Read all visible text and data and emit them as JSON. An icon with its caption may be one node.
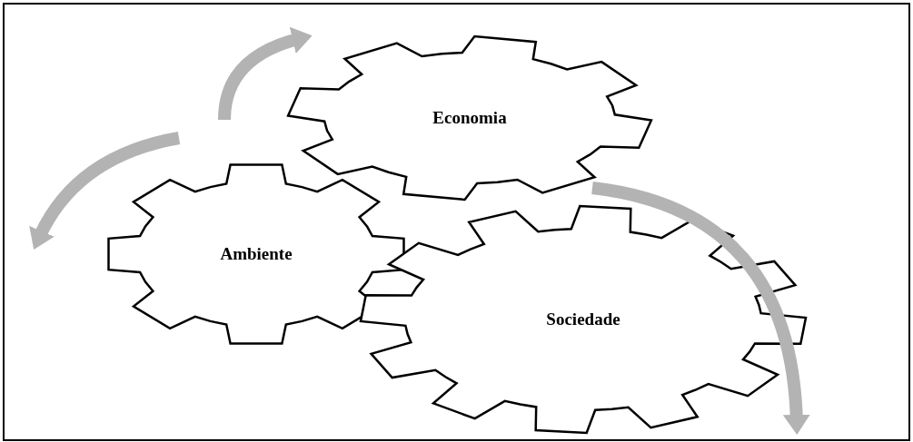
{
  "diagram": {
    "nodes": [
      {
        "text": [
          "Economia"
        ]
      },
      {
        "text": [
          "Ambiente"
        ]
      },
      {
        "text": [
          "Sociedade"
        ]
      }
    ],
    "edges": [
      {
        "from": 1,
        "to": 0,
        "arrow": "to"
      },
      {
        "from": 0,
        "to": 2,
        "arrow": "to"
      },
      {
        "from": null,
        "to": 1,
        "arrow": "to"
      }
    ]
  }
}
